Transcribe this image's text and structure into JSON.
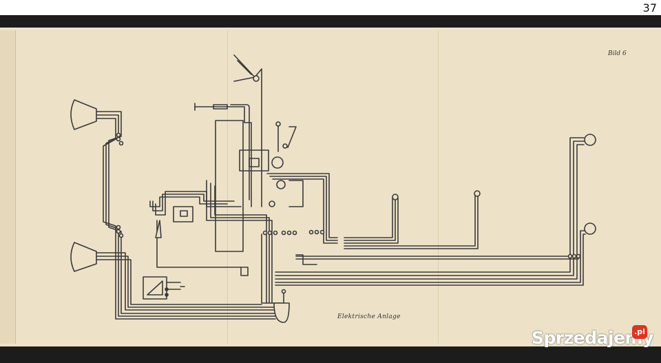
{
  "page_number": "37",
  "figure_label": "Bild 6",
  "caption": "Elektrische Anlage",
  "watermark": {
    "text": "Sprzedajemy",
    "badge": ".pl"
  },
  "colors": {
    "paper": "#ede2c8",
    "ink": "#3a3a3a",
    "background": "#1c1c1c",
    "watermark_badge": "#e0341e"
  }
}
